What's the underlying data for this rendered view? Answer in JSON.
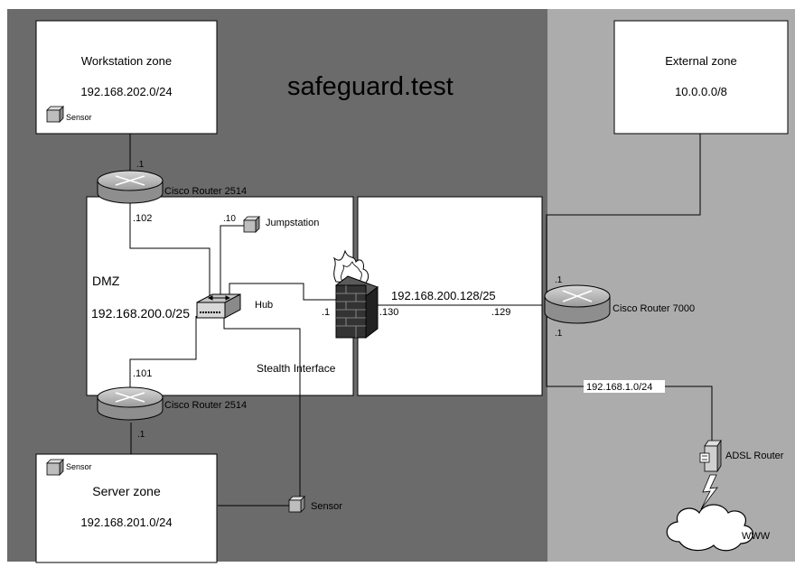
{
  "title": "safeguard.test",
  "zones": {
    "workstation": {
      "name": "Workstation zone",
      "subnet": "192.168.202.0/24",
      "sensor": "Sensor"
    },
    "server": {
      "name": "Server zone",
      "subnet": "192.168.201.0/24",
      "sensor": "Sensor"
    },
    "external": {
      "name": "External zone",
      "subnet": "10.0.0.0/8"
    },
    "dmz": {
      "name": "DMZ",
      "subnet": "192.168.200.0/25"
    }
  },
  "devices": {
    "router_top": "Cisco Router 2514",
    "router_bottom": "Cisco Router 2514",
    "router_7000": "Cisco Router 7000",
    "hub": "Hub",
    "jumpstation": "Jumpstation",
    "stealth": "Stealth Interface",
    "stealth_sensor": "Sensor",
    "adsl": "ADSL Router",
    "www": "WWW"
  },
  "links": {
    "top_router_ws": ".1",
    "top_router_dmz": ".102",
    "jump_ip": ".10",
    "bottom_router_dmz": ".101",
    "bottom_router_srv": ".1",
    "fw_inner": ".1",
    "fw_outer": ".130",
    "r7000_inner": ".129",
    "r7000_top": ".1",
    "r7000_bottom": ".1",
    "transit_net": "192.168.200.128/25",
    "adsl_net": "192.168.1.0/24"
  },
  "colors": {
    "dark_zone": "#6b6b6b",
    "light_zone": "#acacac",
    "router_fill": "#b4b4b4",
    "firewall": "#333333",
    "sensor_fill": "#bdbdbd"
  }
}
